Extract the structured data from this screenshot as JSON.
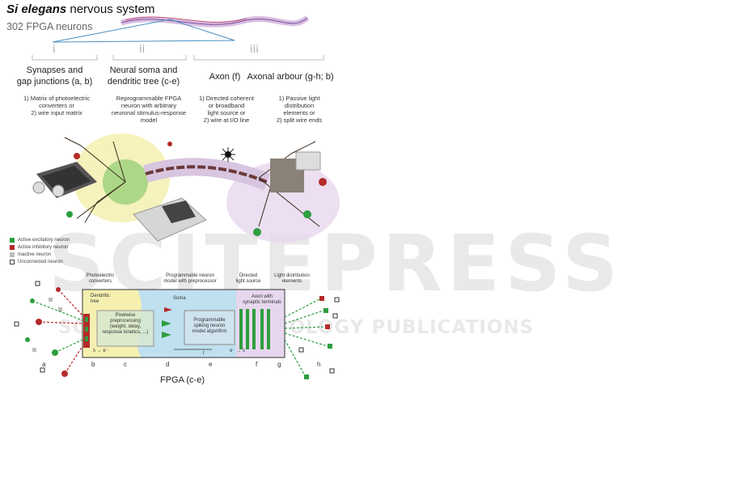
{
  "header": {
    "title_italic": "Si elegans",
    "title_rest": " nervous system",
    "subtitle": "302 FPGA neurons"
  },
  "sections": [
    {
      "numeral": "i",
      "title_line1": "Synapses and",
      "title_line2": "gap junctions (a, b)",
      "details": [
        "1) Matrix of photoelectric",
        "converters or",
        "2) wire input matrix"
      ]
    },
    {
      "numeral": "ii",
      "title_line1": "Neural soma and",
      "title_line2": "dendritic tree (c-e)",
      "details": [
        "Reprogrammable FPGA",
        "neuron with arbitrary",
        "neuronal stimulus-response",
        "model"
      ]
    },
    {
      "numeral": "iii",
      "title_line1": "Axon (f)",
      "title_line2": "Axonal arbour (g-h; b)",
      "details_a": [
        "1) Directed coherent",
        "or broadband",
        "light source or",
        "2) wire at I/O line"
      ],
      "details_b": [
        "1) Passive light",
        "distribution",
        "elements or",
        "2) split wire ends"
      ]
    }
  ],
  "legend": [
    {
      "label": "Active excitatory neuron",
      "color": "#2e9e3e"
    },
    {
      "label": "Active inhibitory neuron",
      "color": "#b52a2a"
    },
    {
      "label": "Inactive neuron",
      "color": "#bdbdbd"
    },
    {
      "label": "Unconnected neuron",
      "color": "#ffffff"
    }
  ],
  "diagram": {
    "top_labels": {
      "photoelectric": [
        "Photoelectric",
        "converters"
      ],
      "programmable": [
        "Programmable neuron",
        "model with preprocessor"
      ],
      "directed": [
        "Directed",
        "light source"
      ],
      "distribution": [
        "Light distribution",
        "elements"
      ]
    },
    "inner": {
      "dendritic_tree": [
        "Dendritic",
        "tree"
      ],
      "soma": "Soma",
      "axon": [
        "Axon with",
        "synaptic terminals"
      ],
      "preprocessing": [
        "Pixelwise",
        "preprocessing",
        "(weight, delay,",
        "response kinetics, ...)"
      ],
      "spiking": [
        "Programmable",
        "spiking neuron",
        "model algorithm"
      ],
      "formula_left": "λ → e⁻",
      "formula_mid": "t",
      "formula_right": "e⁻ → λ"
    },
    "letters": [
      "a",
      "b",
      "c",
      "d",
      "e",
      "f",
      "g",
      "h"
    ],
    "fpga_label": "FPGA (c-e)"
  },
  "watermark": {
    "big": "SCITEPRESS",
    "small": "SCIENCE AND TECHNOLOGY PUBLICATIONS"
  },
  "colors": {
    "excitatory": "#2e9e3e",
    "inhibitory": "#b52a2a",
    "soma_blue": "#bfe0ef",
    "dendrite_yellow": "#f5f0b0",
    "axon_purple": "#e6d7ee"
  }
}
